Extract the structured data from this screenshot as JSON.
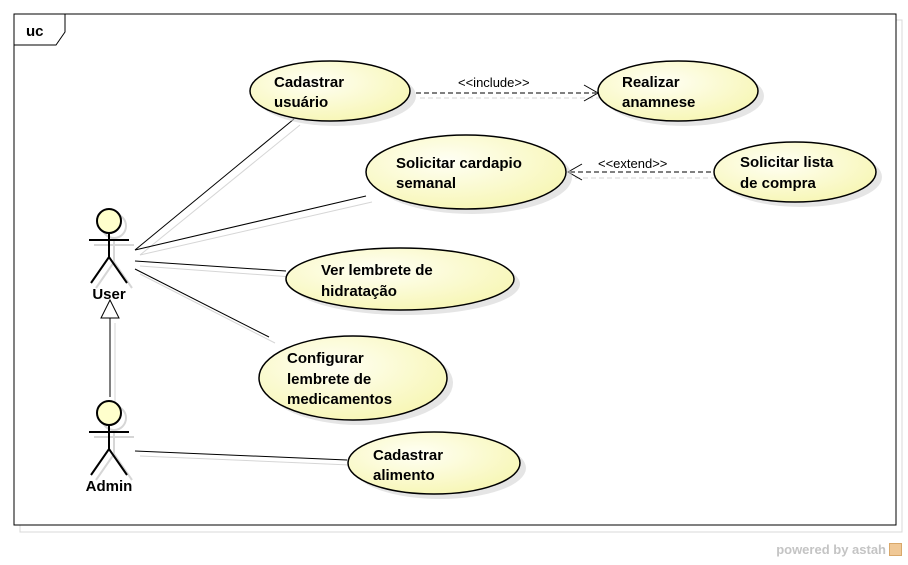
{
  "frame": {
    "tag": "uc"
  },
  "actors": {
    "user": {
      "name": "User"
    },
    "admin": {
      "name": "Admin"
    }
  },
  "use_cases": {
    "cadastrar_usuario": {
      "lines": [
        "Cadastrar",
        "usuário"
      ]
    },
    "realizar_anamnese": {
      "lines": [
        "Realizar",
        "anamnese"
      ]
    },
    "solicitar_cardapio": {
      "lines": [
        "Solicitar cardapio",
        "semanal"
      ]
    },
    "solicitar_lista": {
      "lines": [
        "Solicitar lista",
        "de compra"
      ]
    },
    "ver_lembrete": {
      "lines": [
        "Ver lembrete de",
        "hidratação"
      ]
    },
    "configurar_lembrete": {
      "lines": [
        "Configurar",
        "lembrete de",
        "medicamentos"
      ]
    },
    "cadastrar_alimento": {
      "lines": [
        "Cadastrar",
        "alimento"
      ]
    }
  },
  "relationships": {
    "include_label": "<<include>>",
    "extend_label": "<<extend>>"
  },
  "colors": {
    "usecase_fill_light": "#fffff0",
    "usecase_fill_dark": "#fafab4",
    "actor_head": "#ffffcc"
  },
  "watermark": {
    "text": "powered by astah"
  }
}
